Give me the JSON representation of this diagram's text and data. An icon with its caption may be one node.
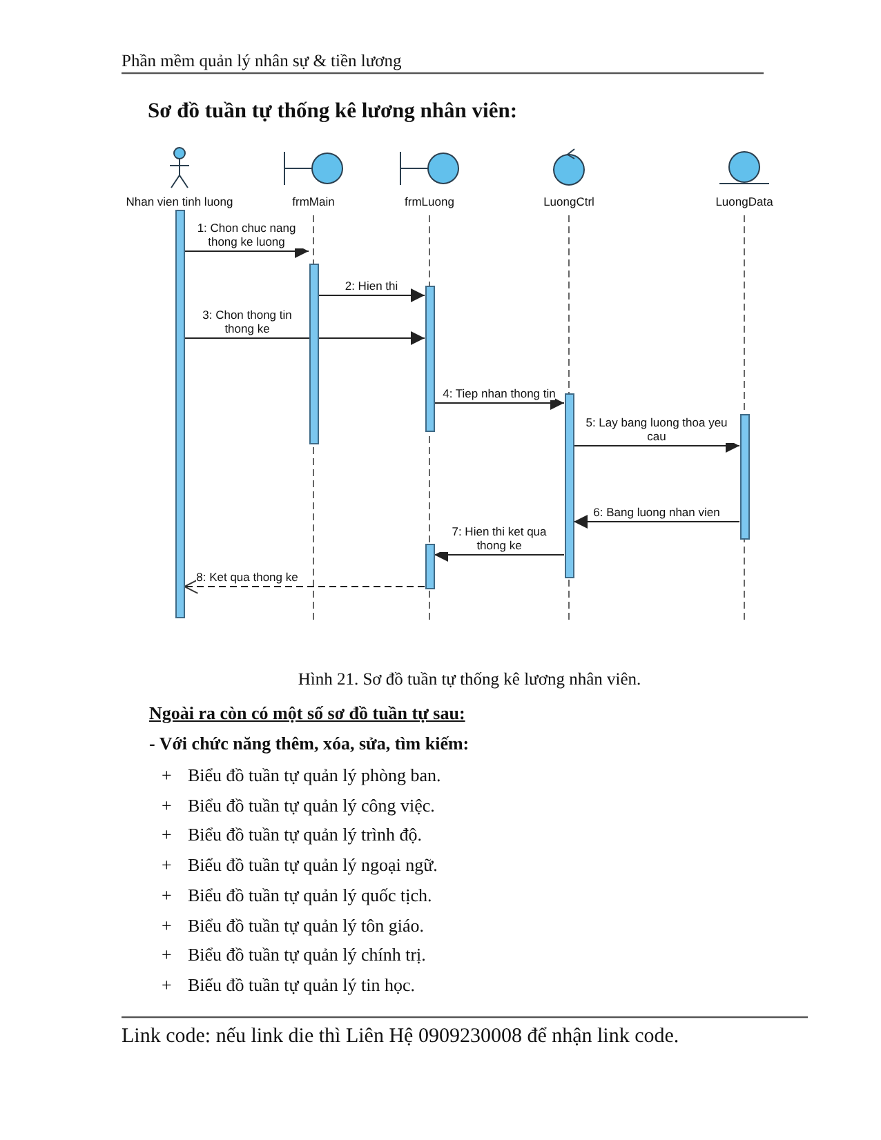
{
  "diagram": {
    "title": "Sơ đồ tuần tự thống kê lương nhân viên:",
    "caption": "Hình 21. Sơ đồ tuần tự thống kê lương nhân viên.",
    "nodes": [
      {
        "text": [
          "Nhan vien tinh luong"
        ]
      },
      {
        "text": [
          "frmMain"
        ]
      },
      {
        "text": [
          "frmLuong"
        ]
      },
      {
        "text": [
          "LuongCtrl"
        ]
      },
      {
        "text": [
          "LuongData"
        ]
      },
      {
        "text": [],
        "shape": "bar"
      },
      {
        "text": [],
        "shape": "bar"
      },
      {
        "text": [],
        "shape": "bar"
      },
      {
        "text": [],
        "shape": "bar"
      },
      {
        "text": [],
        "shape": "bar"
      },
      {
        "text": [],
        "shape": "bar"
      }
    ],
    "edges": [
      {
        "from": 5,
        "to": 6,
        "arrow": "to",
        "label": "1: Chon chuc nang thong ke luong"
      },
      {
        "from": 6,
        "to": 7,
        "arrow": "to",
        "label": "2: Hien thi"
      },
      {
        "from": 5,
        "to": 7,
        "arrow": "to",
        "label": "3: Chon thong tin thong ke"
      },
      {
        "from": 7,
        "to": 8,
        "arrow": "to",
        "label": "4: Tiep nhan thong tin"
      },
      {
        "from": 8,
        "to": 9,
        "arrow": "to",
        "label": "5: Lay bang luong thoa yeu cau"
      },
      {
        "from": 9,
        "to": 8,
        "arrow": "to",
        "label": "6: Bang luong nhan vien"
      },
      {
        "from": 8,
        "to": 10,
        "arrow": "to",
        "label": "7: Hien thi ket qua thong ke"
      },
      {
        "from": 10,
        "to": 5,
        "arrow": "to",
        "label": "8: Ket qua thong ke",
        "style": "dashed"
      }
    ],
    "labels": [
      "Phần mềm quản lý nhân sự & tiền lương",
      "Ngoài ra còn có một số sơ đồ tuần tự sau:",
      "- Với chức năng thêm, xóa, sửa, tìm kiếm:",
      "+",
      "Biểu đồ tuần tự quản lý phòng ban.",
      "+",
      "Biểu đồ tuần tự quản lý công việc.",
      "+",
      "Biểu đồ tuần tự quản lý trình độ.",
      "+",
      "Biểu đồ tuần tự quản lý ngoại ngữ.",
      "+",
      "Biểu đồ tuần tự quản lý quốc tịch.",
      "+",
      "Biểu đồ tuần tự quản lý tôn giáo.",
      "+",
      "Biểu đồ tuần tự quản lý chính trị.",
      "+",
      "Biểu đồ tuần tự quản lý tin học.",
      "Link code: nếu link die thì Liên Hệ 0909230008 để nhận link code."
    ]
  }
}
